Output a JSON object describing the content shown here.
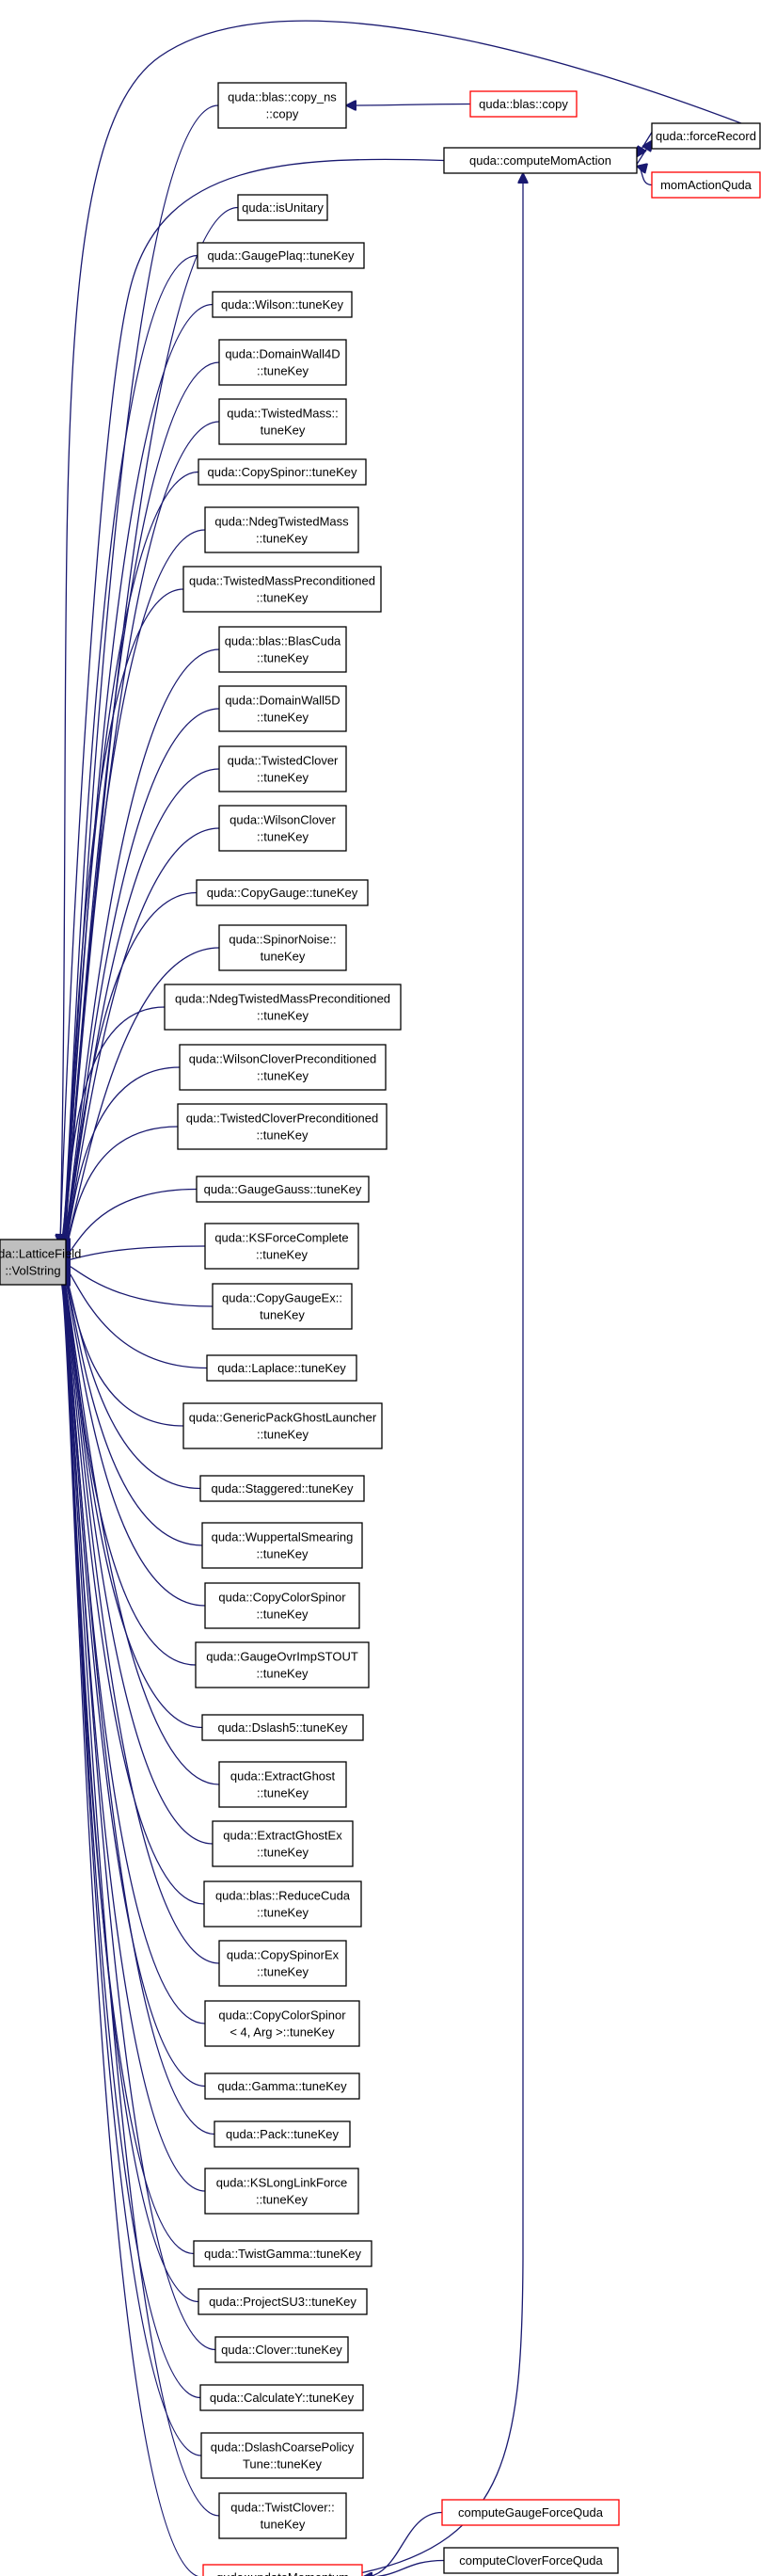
{
  "nodes": [
    {
      "id": "root",
      "lines": [
        "quda::LatticeField",
        "::VolString"
      ],
      "style": "root"
    },
    {
      "id": "copy_ns",
      "lines": [
        "quda::blas::copy_ns",
        "::copy"
      ],
      "style": "normal"
    },
    {
      "id": "blascopy",
      "lines": [
        "quda::blas::copy"
      ],
      "style": "red"
    },
    {
      "id": "forceRecord",
      "lines": [
        "quda::forceRecord"
      ],
      "style": "normal"
    },
    {
      "id": "computeMomAction",
      "lines": [
        "quda::computeMomAction"
      ],
      "style": "normal"
    },
    {
      "id": "momActionQuda",
      "lines": [
        "momActionQuda"
      ],
      "style": "red"
    },
    {
      "id": "isUnitary",
      "lines": [
        "quda::isUnitary"
      ],
      "style": "normal"
    },
    {
      "id": "GaugePlaq",
      "lines": [
        "quda::GaugePlaq::tuneKey"
      ],
      "style": "normal"
    },
    {
      "id": "Wilson",
      "lines": [
        "quda::Wilson::tuneKey"
      ],
      "style": "normal"
    },
    {
      "id": "DomainWall4D",
      "lines": [
        "quda::DomainWall4D",
        "::tuneKey"
      ],
      "style": "normal"
    },
    {
      "id": "TwistedMass",
      "lines": [
        "quda::TwistedMass::",
        "tuneKey"
      ],
      "style": "normal"
    },
    {
      "id": "CopySpinor",
      "lines": [
        "quda::CopySpinor::tuneKey"
      ],
      "style": "normal"
    },
    {
      "id": "NdegTwistedMass",
      "lines": [
        "quda::NdegTwistedMass",
        "::tuneKey"
      ],
      "style": "normal"
    },
    {
      "id": "TwistedMassPrec",
      "lines": [
        "quda::TwistedMassPreconditioned",
        "::tuneKey"
      ],
      "style": "normal"
    },
    {
      "id": "BlasCuda",
      "lines": [
        "quda::blas::BlasCuda",
        "::tuneKey"
      ],
      "style": "normal"
    },
    {
      "id": "DomainWall5D",
      "lines": [
        "quda::DomainWall5D",
        "::tuneKey"
      ],
      "style": "normal"
    },
    {
      "id": "TwistedClover",
      "lines": [
        "quda::TwistedClover",
        "::tuneKey"
      ],
      "style": "normal"
    },
    {
      "id": "WilsonClover",
      "lines": [
        "quda::WilsonClover",
        "::tuneKey"
      ],
      "style": "normal"
    },
    {
      "id": "CopyGauge",
      "lines": [
        "quda::CopyGauge::tuneKey"
      ],
      "style": "normal"
    },
    {
      "id": "SpinorNoise",
      "lines": [
        "quda::SpinorNoise::",
        "tuneKey"
      ],
      "style": "normal"
    },
    {
      "id": "NdegTMPrec",
      "lines": [
        "quda::NdegTwistedMassPreconditioned",
        "::tuneKey"
      ],
      "style": "normal"
    },
    {
      "id": "WilsonCloverPrec",
      "lines": [
        "quda::WilsonCloverPreconditioned",
        "::tuneKey"
      ],
      "style": "normal"
    },
    {
      "id": "TwistedCloverPrec",
      "lines": [
        "quda::TwistedCloverPreconditioned",
        "::tuneKey"
      ],
      "style": "normal"
    },
    {
      "id": "GaugeGauss",
      "lines": [
        "quda::GaugeGauss::tuneKey"
      ],
      "style": "normal"
    },
    {
      "id": "KSForceComplete",
      "lines": [
        "quda::KSForceComplete",
        "::tuneKey"
      ],
      "style": "normal"
    },
    {
      "id": "CopyGaugeEx",
      "lines": [
        "quda::CopyGaugeEx::",
        "tuneKey"
      ],
      "style": "normal"
    },
    {
      "id": "Laplace",
      "lines": [
        "quda::Laplace::tuneKey"
      ],
      "style": "normal"
    },
    {
      "id": "GenericPackGhost",
      "lines": [
        "quda::GenericPackGhostLauncher",
        "::tuneKey"
      ],
      "style": "normal"
    },
    {
      "id": "Staggered",
      "lines": [
        "quda::Staggered::tuneKey"
      ],
      "style": "normal"
    },
    {
      "id": "WuppertalSmearing",
      "lines": [
        "quda::WuppertalSmearing",
        "::tuneKey"
      ],
      "style": "normal"
    },
    {
      "id": "CopyColorSpinor",
      "lines": [
        "quda::CopyColorSpinor",
        "::tuneKey"
      ],
      "style": "normal"
    },
    {
      "id": "GaugeOvrImpSTOUT",
      "lines": [
        "quda::GaugeOvrImpSTOUT",
        "::tuneKey"
      ],
      "style": "normal"
    },
    {
      "id": "Dslash5",
      "lines": [
        "quda::Dslash5::tuneKey"
      ],
      "style": "normal"
    },
    {
      "id": "ExtractGhost",
      "lines": [
        "quda::ExtractGhost",
        "::tuneKey"
      ],
      "style": "normal"
    },
    {
      "id": "ExtractGhostEx",
      "lines": [
        "quda::ExtractGhostEx",
        "::tuneKey"
      ],
      "style": "normal"
    },
    {
      "id": "ReduceCuda",
      "lines": [
        "quda::blas::ReduceCuda",
        "::tuneKey"
      ],
      "style": "normal"
    },
    {
      "id": "CopySpinorEx",
      "lines": [
        "quda::CopySpinorEx",
        "::tuneKey"
      ],
      "style": "normal"
    },
    {
      "id": "CopyColorSpinor4",
      "lines": [
        "quda::CopyColorSpinor",
        "< 4, Arg >::tuneKey"
      ],
      "style": "normal"
    },
    {
      "id": "Gamma",
      "lines": [
        "quda::Gamma::tuneKey"
      ],
      "style": "normal"
    },
    {
      "id": "Pack",
      "lines": [
        "quda::Pack::tuneKey"
      ],
      "style": "normal"
    },
    {
      "id": "KSLongLinkForce",
      "lines": [
        "quda::KSLongLinkForce",
        "::tuneKey"
      ],
      "style": "normal"
    },
    {
      "id": "TwistGamma",
      "lines": [
        "quda::TwistGamma::tuneKey"
      ],
      "style": "normal"
    },
    {
      "id": "ProjectSU3",
      "lines": [
        "quda::ProjectSU3::tuneKey"
      ],
      "style": "normal"
    },
    {
      "id": "Clover",
      "lines": [
        "quda::Clover::tuneKey"
      ],
      "style": "normal"
    },
    {
      "id": "CalculateY",
      "lines": [
        "quda::CalculateY::tuneKey"
      ],
      "style": "normal"
    },
    {
      "id": "DslashCoarsePolicy",
      "lines": [
        "quda::DslashCoarsePolicy",
        "Tune::tuneKey"
      ],
      "style": "normal"
    },
    {
      "id": "TwistClover",
      "lines": [
        "quda::TwistClover::",
        "tuneKey"
      ],
      "style": "normal"
    },
    {
      "id": "updateMomentum",
      "lines": [
        "quda::updateMomentum"
      ],
      "style": "red"
    },
    {
      "id": "computeGaugeForceQuda",
      "lines": [
        "computeGaugeForceQuda"
      ],
      "style": "red"
    },
    {
      "id": "computeCloverForceQuda",
      "lines": [
        "computeCloverForceQuda"
      ],
      "style": "normal"
    }
  ],
  "edges": [
    [
      "copy_ns",
      "root"
    ],
    [
      "computeMomAction",
      "root"
    ],
    [
      "forceRecord",
      "root"
    ],
    [
      "isUnitary",
      "root"
    ],
    [
      "GaugePlaq",
      "root"
    ],
    [
      "Wilson",
      "root"
    ],
    [
      "DomainWall4D",
      "root"
    ],
    [
      "TwistedMass",
      "root"
    ],
    [
      "CopySpinor",
      "root"
    ],
    [
      "NdegTwistedMass",
      "root"
    ],
    [
      "TwistedMassPrec",
      "root"
    ],
    [
      "BlasCuda",
      "root"
    ],
    [
      "DomainWall5D",
      "root"
    ],
    [
      "TwistedClover",
      "root"
    ],
    [
      "WilsonClover",
      "root"
    ],
    [
      "CopyGauge",
      "root"
    ],
    [
      "SpinorNoise",
      "root"
    ],
    [
      "NdegTMPrec",
      "root"
    ],
    [
      "WilsonCloverPrec",
      "root"
    ],
    [
      "TwistedCloverPrec",
      "root"
    ],
    [
      "GaugeGauss",
      "root"
    ],
    [
      "KSForceComplete",
      "root"
    ],
    [
      "CopyGaugeEx",
      "root"
    ],
    [
      "Laplace",
      "root"
    ],
    [
      "GenericPackGhost",
      "root"
    ],
    [
      "Staggered",
      "root"
    ],
    [
      "WuppertalSmearing",
      "root"
    ],
    [
      "CopyColorSpinor",
      "root"
    ],
    [
      "GaugeOvrImpSTOUT",
      "root"
    ],
    [
      "Dslash5",
      "root"
    ],
    [
      "ExtractGhost",
      "root"
    ],
    [
      "ExtractGhostEx",
      "root"
    ],
    [
      "ReduceCuda",
      "root"
    ],
    [
      "CopySpinorEx",
      "root"
    ],
    [
      "CopyColorSpinor4",
      "root"
    ],
    [
      "Gamma",
      "root"
    ],
    [
      "Pack",
      "root"
    ],
    [
      "KSLongLinkForce",
      "root"
    ],
    [
      "TwistGamma",
      "root"
    ],
    [
      "ProjectSU3",
      "root"
    ],
    [
      "Clover",
      "root"
    ],
    [
      "CalculateY",
      "root"
    ],
    [
      "DslashCoarsePolicy",
      "root"
    ],
    [
      "TwistClover",
      "root"
    ],
    [
      "updateMomentum",
      "root"
    ],
    [
      "blascopy",
      "copy_ns"
    ],
    [
      "forceRecord",
      "computeMomAction"
    ],
    [
      "momActionQuda",
      "computeMomAction"
    ],
    [
      "computeMomAction",
      "forceRecord"
    ],
    [
      "updateMomentum",
      "computeMomAction"
    ],
    [
      "computeGaugeForceQuda",
      "updateMomentum"
    ],
    [
      "computeCloverForceQuda",
      "updateMomentum"
    ]
  ]
}
